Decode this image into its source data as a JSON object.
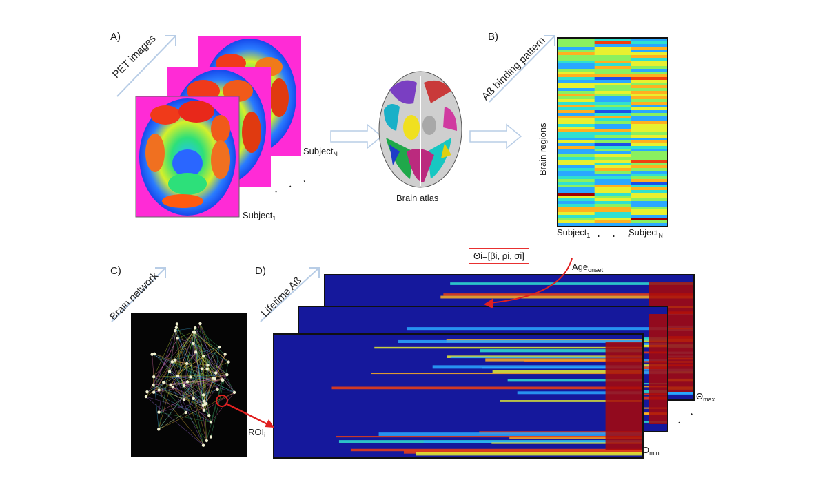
{
  "panels": {
    "a": {
      "label": "A)",
      "arrow_text": "PET images",
      "subject_1": "Subject",
      "subject_1_sub": "1",
      "subject_n": "Subject",
      "subject_n_sub": "N",
      "dots": ". . ."
    },
    "atlas": {
      "caption": "Brain atlas"
    },
    "b": {
      "label": "B)",
      "arrow_text": "Aß binding pattern",
      "y_label": "Brain  regions",
      "subject_1": "Subject",
      "subject_1_sub": "1",
      "subject_n": "Subject",
      "subject_n_sub": "N",
      "dots": ". . ."
    },
    "c": {
      "label": "C)",
      "arrow_text": "Brain network"
    },
    "d": {
      "label": "D)",
      "arrow_text": "Lifetime Aß",
      "theta_formula": "Θi=[βi, ρi, σi]",
      "age_onset": "Age",
      "age_onset_sub": "onset",
      "theta_max": "Θ",
      "theta_max_sub": "max",
      "theta_min": "Θ",
      "theta_min_sub": "min",
      "roi": "ROI",
      "roi_sub": "i",
      "dots": ". . ."
    }
  },
  "colors": {
    "arrow": "#b8cde6",
    "red_arrow": "#e02020",
    "heat_bg": "#1a1aa0",
    "pet_border": "#ff2bd6"
  }
}
